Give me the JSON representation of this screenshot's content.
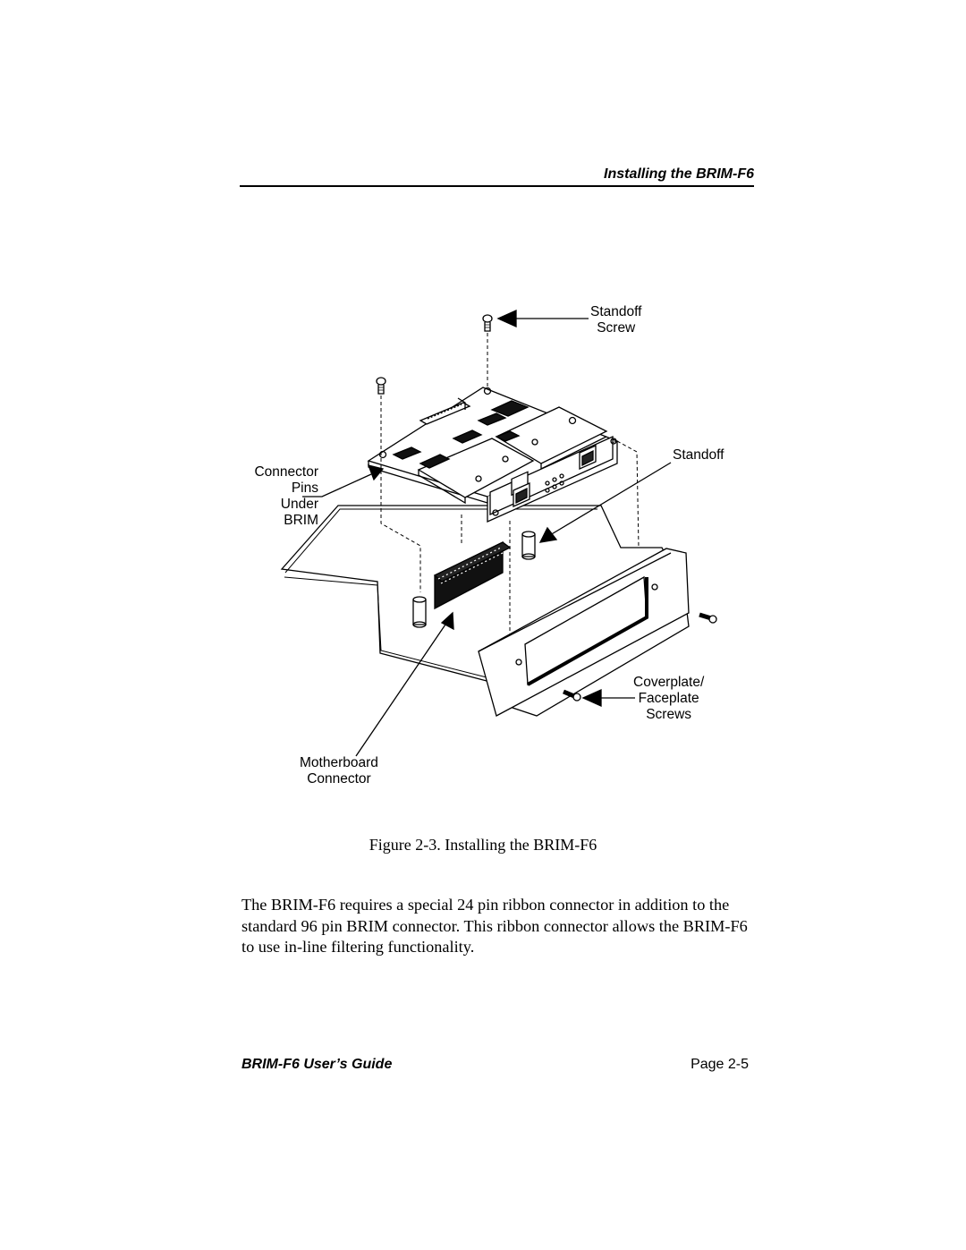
{
  "header": {
    "title": "Installing the BRIM-F6"
  },
  "figure": {
    "labels": {
      "standoff_screw": [
        "Standoff",
        "Screw"
      ],
      "standoff": "Standoff",
      "connector_pins": [
        "Connector",
        "Pins",
        "Under",
        "BRIM"
      ],
      "coverplate": [
        "Coverplate/",
        "Faceplate",
        "Screws"
      ],
      "motherboard": [
        "Motherboard",
        "Connector"
      ]
    },
    "caption": "Figure 2-3.  Installing the BRIM-F6"
  },
  "body": {
    "paragraph": "The BRIM-F6 requires a special 24 pin ribbon connector in addition to the standard 96 pin BRIM connector. This ribbon connector allows the BRIM-F6 to use in-line filtering functionality."
  },
  "footer": {
    "left": "BRIM-F6 User’s Guide",
    "right": "Page 2-5"
  }
}
